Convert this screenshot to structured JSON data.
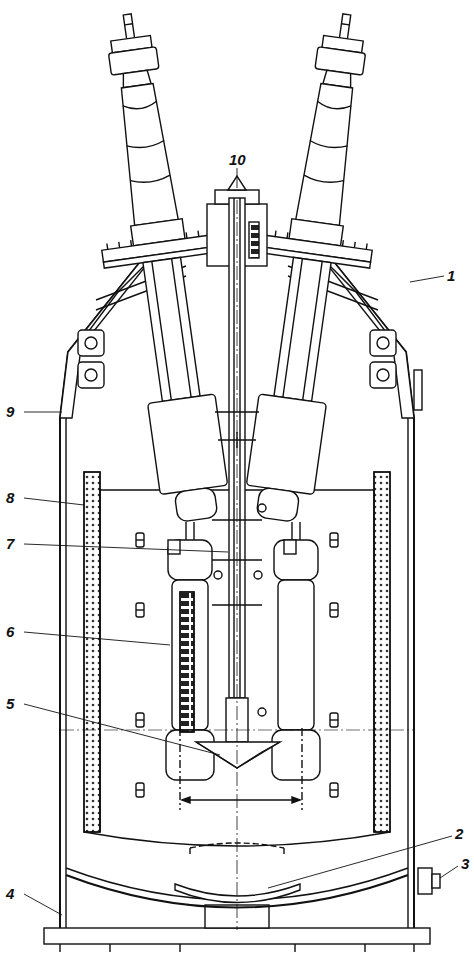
{
  "diagram": {
    "labels": [
      "10",
      "1",
      "9",
      "8",
      "7",
      "6",
      "5",
      "2",
      "3",
      "4"
    ]
  }
}
